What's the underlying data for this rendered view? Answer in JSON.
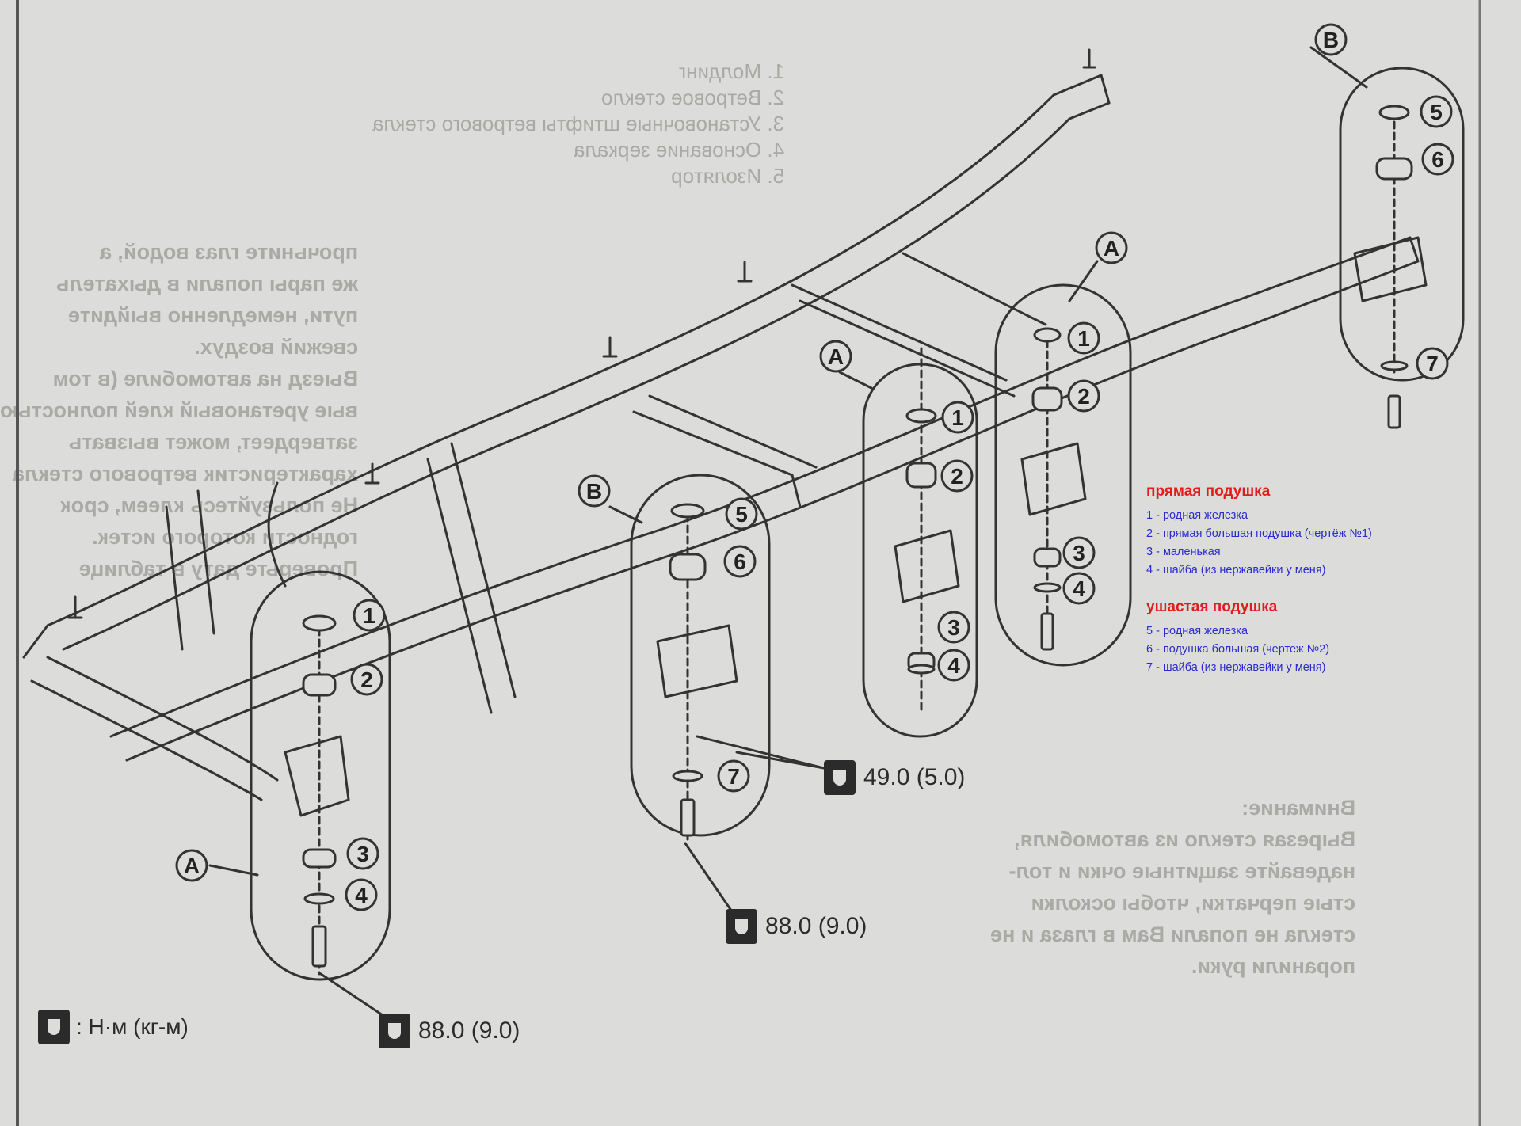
{
  "labels": {
    "A": "A",
    "B": "B",
    "n1": "1",
    "n2": "2",
    "n3": "3",
    "n4": "4",
    "n5": "5",
    "n6": "6",
    "n7": "7"
  },
  "torques": {
    "t49": "49.0 (5.0)",
    "t88_mid": "88.0 (9.0)",
    "t88_bottom": "88.0 (9.0)"
  },
  "legend_note": ": Н·м (кг-м)",
  "annotations": {
    "straight": {
      "heading": "прямая подушка",
      "items": [
        "1 - родная железка",
        "2 - прямая большая подушка (чертёж №1)",
        "3 - маленькая",
        "4 - шайба (из нержавейки у меня)"
      ]
    },
    "eared": {
      "heading": "ушастая подушка",
      "items": [
        "5 - родная железка",
        "6 - подушка большая  (чертеж №2)",
        "7 - шайба (из нержавейки у меня)"
      ]
    }
  },
  "bleed_through": {
    "top_list": [
      "1. Молдинг",
      "2. Ветровое стекло",
      "3. Установочные штифты ветрового стекла",
      "4. Основание зеркала",
      "5. Изолятор"
    ],
    "lines": [
      "прочьните глаз водой, а",
      "же пары попали в дыхатель",
      "пути, немедленно выйдите",
      "свежий воздух.",
      "Выезд на автомобиле (в том",
      "вые уретановый клей полностью",
      "затвердеет, может вызвать",
      "характеристик ветрового стекла",
      "Не пользуйтесь клеем, срок",
      "годности которого истек.",
      "Проверьте дату в таблице",
      "Внимание:",
      "Вырезая стекло из автомобиля,",
      "надевайте защитные очки и тол-",
      "стые перчатки, чтобы осколки",
      "стекла не попали Вам в глаза и не",
      "поранили руки."
    ]
  }
}
